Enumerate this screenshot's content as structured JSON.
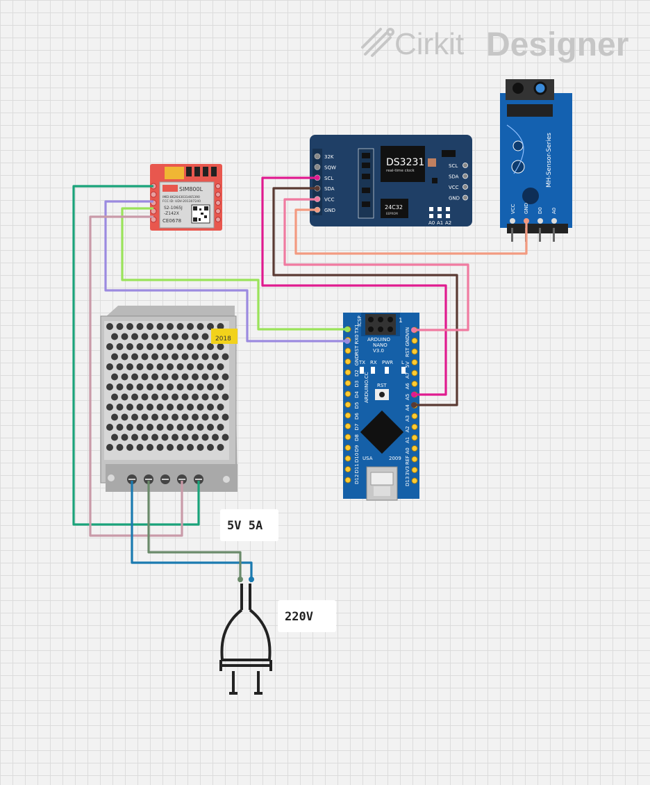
{
  "watermark": {
    "brand_light": "Cirkit",
    "brand_bold": "Designer"
  },
  "labels": {
    "psu_note": "5V 5A",
    "plug_note": "220V"
  },
  "rtc": {
    "chip": "DS3231",
    "subtitle": "real-time clock",
    "eeprom": "24C32",
    "eeprom_sub": "EEPROM",
    "left_pins": [
      "32K",
      "SQW",
      "SCL",
      "SDA",
      "VCC",
      "GND"
    ],
    "right_pins": [
      "SCL",
      "SDA",
      "VCC",
      "GND"
    ],
    "addr_pins": [
      "A0",
      "A1",
      "A2"
    ]
  },
  "ir_sensor": {
    "series": "MH-Sensor-Series",
    "pins": [
      "VCC",
      "GND",
      "D0",
      "A0"
    ]
  },
  "sim800l": {
    "title": "SIM800L",
    "imei": "IMEI:862643031465390",
    "fcc": "FCC ID: UDV-201307240",
    "line1": "S2-1065J",
    "line2": "-Z142X",
    "ce": "CE0678"
  },
  "psu": {
    "sticker": "2018"
  },
  "nano": {
    "name_line1": "ARDUINO",
    "name_line2": "NANO",
    "name_line3": "V3.0",
    "icsp": "ICSP",
    "one": "1",
    "leds": [
      "TX",
      "RX",
      "PWR",
      "L"
    ],
    "rst": "RST",
    "brand": "ARDUINO.CC",
    "usa": "USA",
    "year": "2009",
    "left_pins": [
      "TX1",
      "RX0",
      "RST",
      "GND",
      "D2",
      "D3",
      "D4",
      "D5",
      "D6",
      "D7",
      "D8",
      "D9",
      "D10",
      "D11",
      "D12"
    ],
    "right_pins": [
      "VIN",
      "GND",
      "RST",
      "5V",
      "A7",
      "A6",
      "A5",
      "A4",
      "A3",
      "A2",
      "A1",
      "A0",
      "REF",
      "3V3",
      "D13"
    ]
  },
  "colors": {
    "wire_green": "#1aa37a",
    "wire_purple": "#9b8ae0",
    "wire_lime": "#9ae35a",
    "wire_mauve": "#c99aa8",
    "wire_magenta": "#e01b8f",
    "wire_brown": "#5a3a33",
    "wire_pink": "#f07aa0",
    "wire_salmon": "#f39a80",
    "wire_blue": "#1a7ab0",
    "wire_olive": "#6a8a6a",
    "board_blue": "#1560a8",
    "rtc_navy": "#1f3f66",
    "sim_red": "#e8574e"
  }
}
